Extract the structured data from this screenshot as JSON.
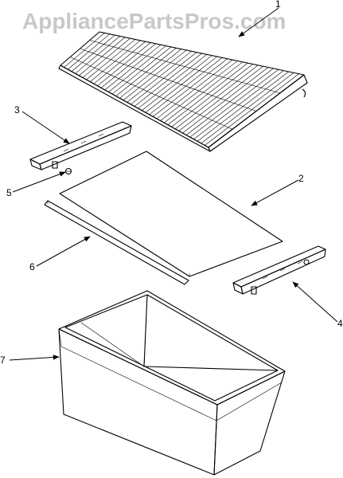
{
  "watermark": "AppliancePartsPros.com",
  "callouts": {
    "c1": "1",
    "c2": "2",
    "c3": "3",
    "c4": "4",
    "c5": "5",
    "c6": "6",
    "c7": "7"
  }
}
